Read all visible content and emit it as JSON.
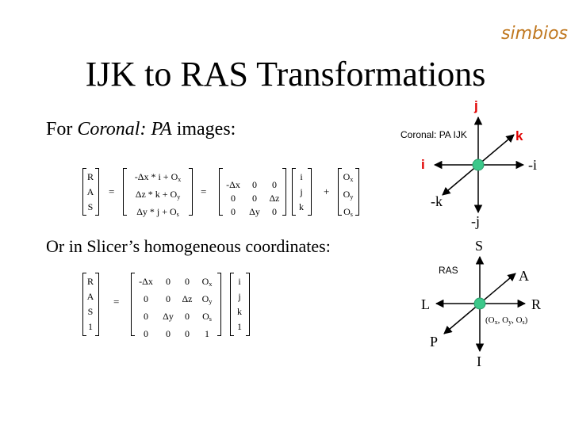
{
  "logo": {
    "text": "simbios"
  },
  "title": "IJK to RAS Transformations",
  "subtitle": {
    "prefix": "For ",
    "emph": "Coronal: PA",
    "suffix": " images:"
  },
  "homogeneous_caption": "Or in Slicer’s homogeneous coordinates:",
  "eq1": {
    "ras": [
      "R",
      "A",
      "S"
    ],
    "equals": "=",
    "expr": [
      "-Δx * i + Ox",
      "Δz * k + Oy",
      "Δy * j + Os"
    ],
    "matrix": [
      [
        "-Δx",
        "0",
        "0"
      ],
      [
        "0",
        "0",
        "Δz"
      ],
      [
        "0",
        "Δy",
        "0"
      ]
    ],
    "ijk": [
      "i",
      "j",
      "k"
    ],
    "plus": "+",
    "origin": [
      "Ox",
      "Oy",
      "Os"
    ]
  },
  "eq2": {
    "ras": [
      "R",
      "A",
      "S",
      "1"
    ],
    "equals": "=",
    "matrix": [
      [
        "-Δx",
        "0",
        "0",
        "Ox"
      ],
      [
        "0",
        "0",
        "Δz",
        "Oy"
      ],
      [
        "0",
        "Δy",
        "0",
        "Os"
      ],
      [
        "0",
        "0",
        "0",
        "1"
      ]
    ],
    "ijk": [
      "i",
      "j",
      "k",
      "1"
    ]
  },
  "ijk_diagram": {
    "label": "Coronal: PA IJK",
    "axes": {
      "j": "j",
      "k": "k",
      "i": "i",
      "neg_i": "-i",
      "neg_k": "-k",
      "neg_j": "-j"
    },
    "node_color": "#3cc88a"
  },
  "ras_diagram": {
    "label": "RAS",
    "axes": {
      "S": "S",
      "A": "A",
      "L": "L",
      "R": "R",
      "P": "P",
      "I": "I"
    },
    "origin": "(Ox, Oy, Os)",
    "node_color": "#3cc88a"
  },
  "colors": {
    "axis_red": "#e00000",
    "node": "#3cc88a"
  }
}
